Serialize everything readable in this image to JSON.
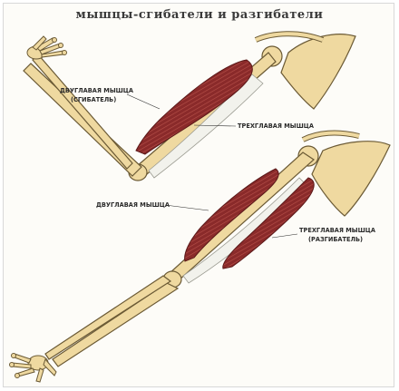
{
  "title": "мышцы-сгибатели и разгибатели",
  "labels": {
    "top_biceps": "ДВУГЛАВАЯ МЫШЦА",
    "top_biceps_note": "(СГИБАТЕЛЬ)",
    "top_triceps": "ТРЕХГЛАВАЯ МЫШЦА",
    "bottom_biceps": "ДВУГЛАВАЯ МЫШЦА",
    "bottom_triceps": "ТРЕХГЛАВАЯ МЫШЦА",
    "bottom_triceps_note": "(РАЗГИБАТЕЛЬ)"
  },
  "colors": {
    "bone": "#efd9a0",
    "bone_outline": "#6b5a35",
    "muscle": "#8a2a2a",
    "muscle_fiber": "#b8524a",
    "tendon": "#f2f2ec"
  }
}
